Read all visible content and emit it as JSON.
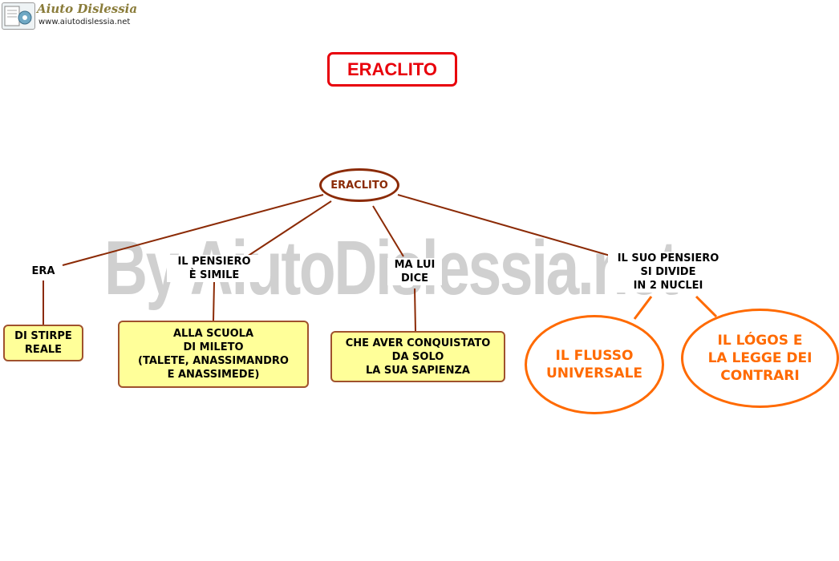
{
  "header": {
    "logo_title": "Aiuto Dislessia",
    "logo_url": "www.aiutodislessia.net"
  },
  "watermark": "By AiutoDislessia.net",
  "title": "ERACLITO",
  "map": {
    "center": "ERACLITO",
    "branches": [
      {
        "label": "ERA",
        "box": "DI STIRPE\nREALE"
      },
      {
        "label": "IL PENSIERO\nÈ SIMILE",
        "box": "ALLA SCUOLA\nDI MILETO\n(TALETE, ANASSIMANDRO\nE ANASSIMEDE)"
      },
      {
        "label": "MA LUI\nDICE",
        "box": "CHE AVER CONQUISTATO\nDA SOLO\nLA SUA SAPIENZA"
      },
      {
        "label": "IL SUO PENSIERO\nSI DIVIDE\nIN 2 NUCLEI",
        "nuclei": [
          "IL FLUSSO\nUNIVERSALE",
          "IL  LÓGOS  E\nLA LEGGE DEI\nCONTRARI"
        ]
      }
    ]
  },
  "colors": {
    "title": "#e8000b",
    "center": "#8b2a05",
    "connector": "#8b2a05",
    "box_fill": "#ffff99",
    "box_border": "#a0522d",
    "nucleus": "#ff6a00",
    "watermark": "#d0d0d0"
  }
}
